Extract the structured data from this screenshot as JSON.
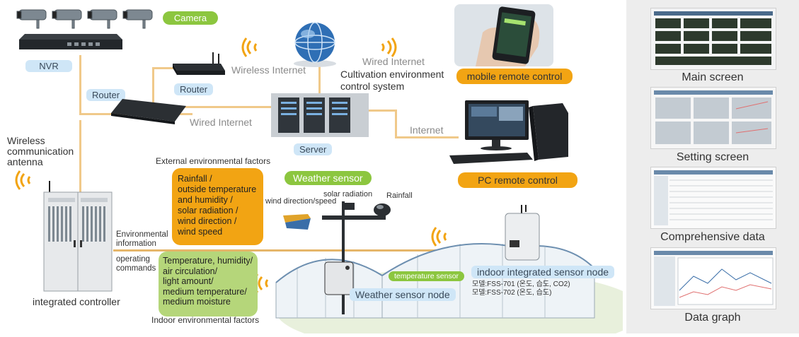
{
  "labels": {
    "camera": "Camera",
    "nvr": "NVR",
    "router_left": "Router",
    "router_top": "Router",
    "wireless_internet": "Wireless Internet",
    "wired_internet_top": "Wired Internet",
    "cultivation_line1": "Cultivation environment",
    "cultivation_line2": "control system",
    "mobile_remote": "mobile remote control",
    "wired_internet_mid": "Wired Internet",
    "server": "Server",
    "internet": "Internet",
    "pc_remote": "PC remote control",
    "wireless_comm_1": "Wireless",
    "wireless_comm_2": "communication",
    "wireless_comm_3": "antenna",
    "external_factors": "External environmental factors",
    "weather_sensor": "Weather sensor",
    "solar_radiation": "solar radiation",
    "rainfall_label": "Rainfall",
    "wind_label": "wind direction/speed",
    "env_info_1": "Environmental",
    "env_info_2": "information",
    "op_cmd_1": "operating",
    "op_cmd_2": "commands",
    "temperature_sensor": "temperature sensor",
    "indoor_node": "indoor integrated sensor node",
    "weather_node": "Weather sensor node",
    "model_line1": "모델:FSS-701 (온도, 습도, CO2)",
    "model_line2": "모델:FSS-702 (온도, 습도)",
    "integrated_controller": "integrated controller",
    "indoor_factors": "Indoor environmental factors"
  },
  "external_box": [
    "Rainfall /",
    "outside temperature",
    "and humidity /",
    "solar radiation /",
    "wind direction /",
    "wind speed"
  ],
  "indoor_box": [
    "Temperature, humidity/",
    "air circulation/",
    "light amount/",
    "medium temperature/",
    "medium moisture"
  ],
  "right_panel": {
    "main_screen": "Main screen",
    "setting_screen": "Setting screen",
    "comprehensive_data": "Comprehensive data",
    "data_graph": "Data graph"
  },
  "colors": {
    "green": "#8cc63f",
    "orange": "#f2a413",
    "blue_pill": "#cfe6f7",
    "connector": "#f0c98a"
  }
}
